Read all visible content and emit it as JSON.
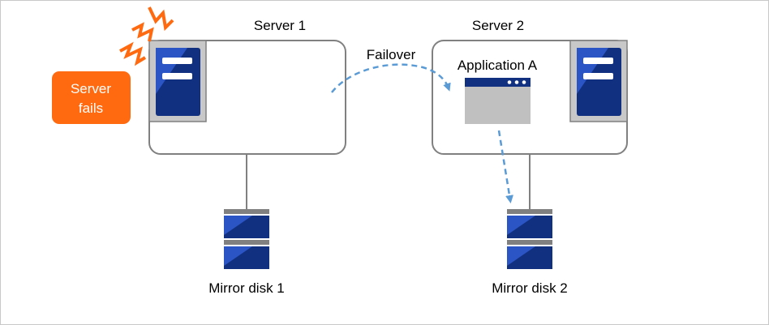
{
  "servers": [
    {
      "label": "Server 1"
    },
    {
      "label": "Server 2"
    }
  ],
  "failure_badge": {
    "line1": "Server",
    "line2": "fails"
  },
  "failover_label": "Failover",
  "application_label": "Application A",
  "disks": [
    {
      "label": "Mirror disk 1"
    },
    {
      "label": "Mirror disk 2"
    }
  ],
  "colors": {
    "server_blue": "#2b55c4",
    "server_dark": "#11307f",
    "panel_gray": "#c8c8c8",
    "badge_orange": "#ff6a10",
    "arrow_blue": "#5b9bd5",
    "burst_orange": "#ff6a10"
  }
}
